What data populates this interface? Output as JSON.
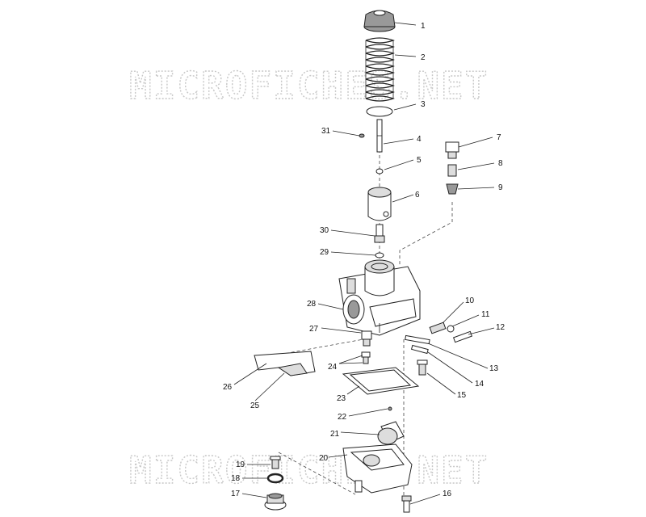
{
  "watermark": "MICROFICHES.NET",
  "callouts": [
    "1",
    "2",
    "3",
    "4",
    "5",
    "6",
    "7",
    "8",
    "9",
    "10",
    "11",
    "12",
    "13",
    "14",
    "15",
    "16",
    "17",
    "18",
    "19",
    "20",
    "21",
    "22",
    "23",
    "24",
    "25",
    "26",
    "27",
    "28",
    "29",
    "30",
    "31"
  ]
}
